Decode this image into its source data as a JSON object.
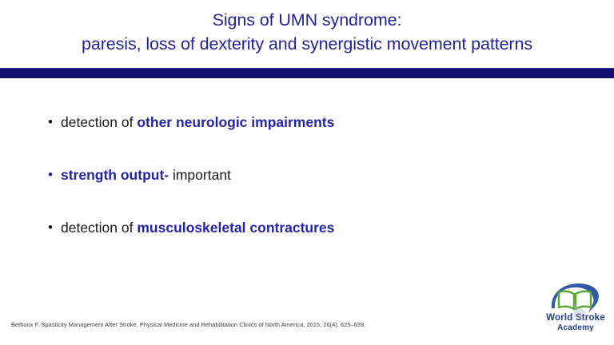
{
  "slide": {
    "background_color": "#ffffff",
    "title": {
      "line1": "Signs of UMN syndrome:",
      "line2": "paresis, loss of dexterity and synergistic movement patterns",
      "color": "#242499"
    },
    "divider": {
      "color": "#10106e"
    },
    "bullets": [
      {
        "marker": "•",
        "marker_color": "#1a1a1a",
        "plain_prefix": "detection of ",
        "emphasis": "other neurologic impairments",
        "plain_suffix": ""
      },
      {
        "marker": "•",
        "marker_color": "#2424a8",
        "plain_prefix": "",
        "emphasis": "strength output-",
        "plain_suffix": " important"
      },
      {
        "marker": "•",
        "marker_color": "#1a1a1a",
        "plain_prefix": "detection of ",
        "emphasis": "musculoskeletal contractures",
        "plain_suffix": ""
      }
    ],
    "footnote": "Bethoux F. Spasticity Management After Stroke. Physical Medicine and Rehabilitation Clinics of North America, 2015; 26(4), 625–639.",
    "logo": {
      "line1": "World Stroke",
      "line2": "Academy",
      "swoosh_color": "#2e5aa8",
      "book_color": "#5aa832",
      "text_color": "#1f3a8a"
    }
  }
}
